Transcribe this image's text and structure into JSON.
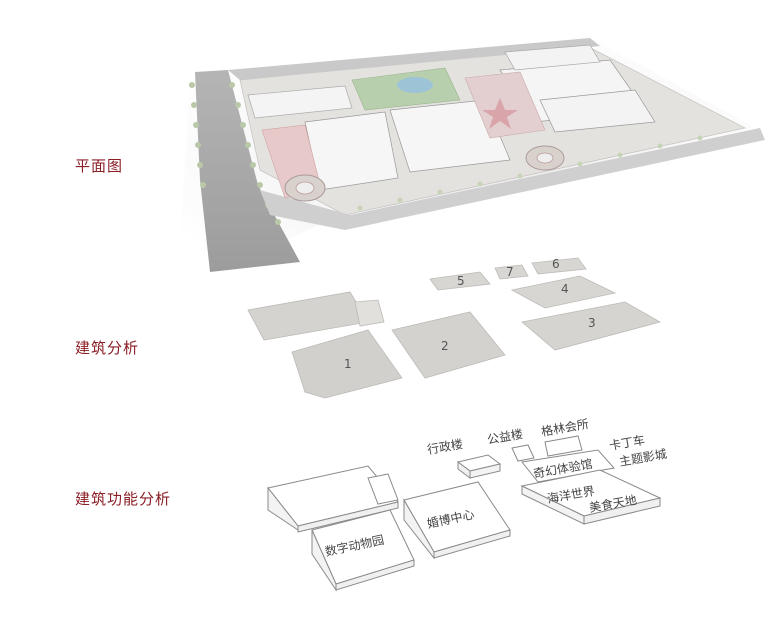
{
  "labels": {
    "plan": "平面图",
    "architecture": "建筑分析",
    "function": "建筑功能分析"
  },
  "building_numbers": [
    "1",
    "2",
    "3",
    "4",
    "5",
    "6",
    "7"
  ],
  "function_labels": {
    "admin_building": "行政楼",
    "public_welfare_building": "公益楼",
    "gelin_club": "格林会所",
    "karting": "卡丁车",
    "theme_cinema": "主题影城",
    "fantasy_hall": "奇幻体验馆",
    "ocean_world": "海洋世界",
    "food_world": "美食天地",
    "digital_zoo": "数字动物园",
    "wedding_center": "婚博中心"
  },
  "colors": {
    "label_red": "#8b1e24",
    "road": "#a9a9a9",
    "block_fill": "#d2d0cd",
    "outline": "#8a8a8a"
  }
}
